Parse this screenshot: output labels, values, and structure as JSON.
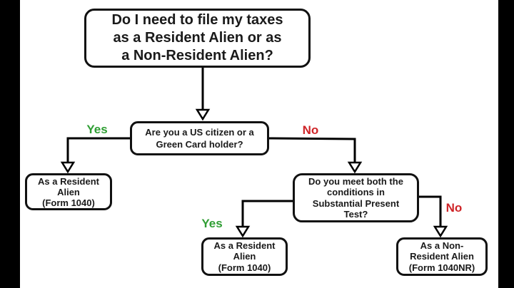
{
  "flowchart": {
    "nodes": {
      "main_question": "Do I need to file my taxes\nas a Resident Alien or as\na Non-Resident Alien?",
      "citizen_question": "Are you a US citizen or a\nGreen Card holder?",
      "resident_left": "As a Resident\nAlien\n(Form 1040)",
      "substantial_test": "Do you meet both the\nconditions in\nSubstantial Present\nTest?",
      "resident_mid": "As a Resident\nAlien\n(Form 1040)",
      "nonresident": "As a Non-\nResident Alien\n(Form 1040NR)"
    },
    "edge_labels": {
      "citizen_yes": "Yes",
      "citizen_no": "No",
      "substantial_yes": "Yes",
      "substantial_no": "No"
    },
    "colors": {
      "yes_label": "#2f9e33",
      "no_label": "#cf2428",
      "line": "#000000",
      "node_fill": "#ffffff",
      "node_border": "#111111",
      "background": "#ffffff",
      "pillarbox": "#000000"
    }
  }
}
